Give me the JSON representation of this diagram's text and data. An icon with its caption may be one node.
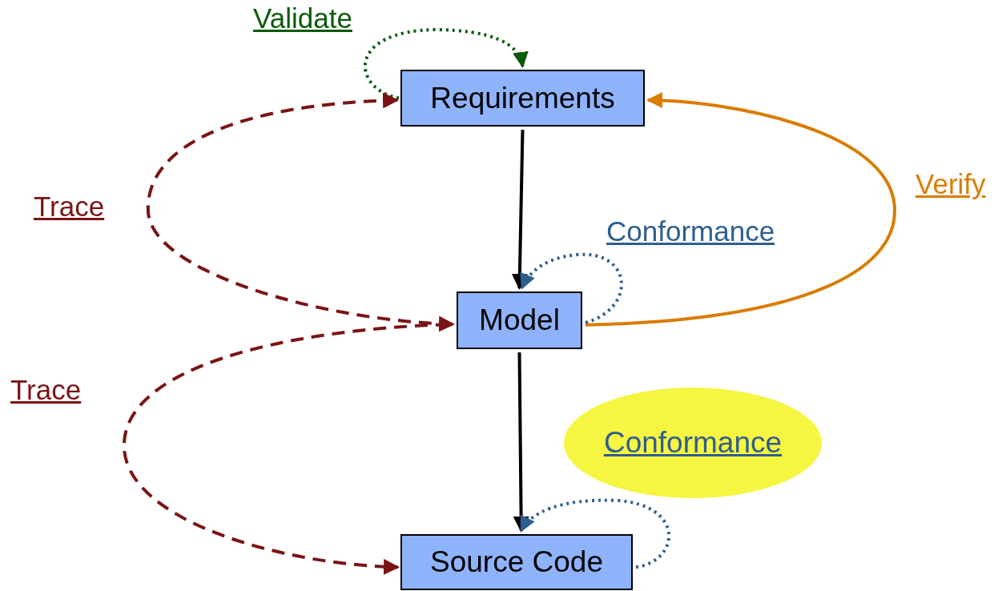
{
  "diagram": {
    "nodes": [
      {
        "text": [
          "Requirements"
        ]
      },
      {
        "text": [
          "Model"
        ]
      },
      {
        "text": [
          "Source Code"
        ]
      },
      {
        "text": [
          "Conformance"
        ]
      }
    ],
    "edges": [
      {
        "from": 0,
        "to": 1,
        "arrow": "to"
      },
      {
        "from": 1,
        "to": 2,
        "arrow": "to"
      },
      {
        "from": 0,
        "to": 0,
        "arrow": "to",
        "label": "Validate",
        "style": "dashed",
        "color": "#0b5a0b"
      },
      {
        "from": 0,
        "to": 1,
        "arrow": "both",
        "label": "Trace",
        "style": "dashed",
        "color": "#7a1414"
      },
      {
        "from": 1,
        "to": 2,
        "arrow": "to",
        "label": "Trace",
        "style": "dashed",
        "color": "#7a1414"
      },
      {
        "from": 1,
        "to": 0,
        "arrow": "to",
        "label": "Verify",
        "color": "#d97c00"
      },
      {
        "from": 1,
        "to": 1,
        "arrow": "to",
        "label": "Conformance",
        "style": "dashed",
        "color": "#2e5e8e"
      },
      {
        "from": 2,
        "to": 2,
        "arrow": "to",
        "style": "dashed",
        "color": "#2e5e8e"
      }
    ]
  }
}
